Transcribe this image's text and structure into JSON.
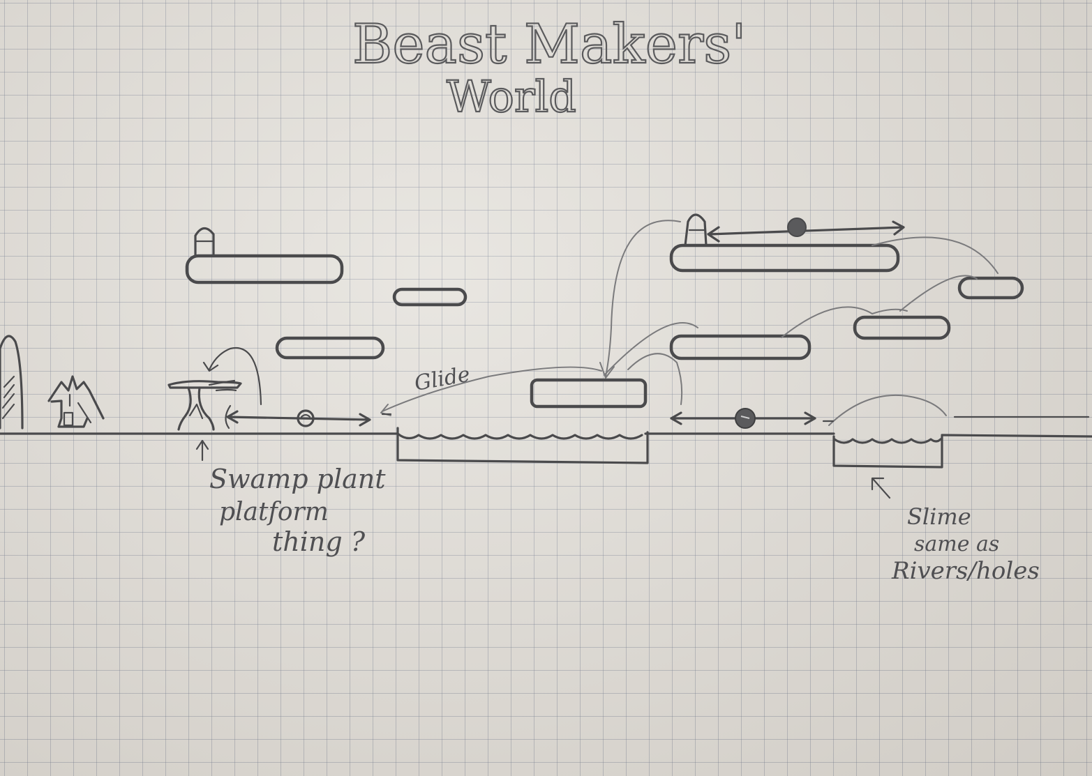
{
  "title": {
    "line1": "Beast Makers'",
    "line2": "World"
  },
  "labels": {
    "glide": "Glide",
    "swamp": [
      "Swamp plant",
      "platform",
      "thing ?"
    ],
    "slime": [
      "Slime",
      "same as",
      "Rivers/holes"
    ]
  },
  "colors": {
    "paper": "#e4e1db",
    "grid": "#7a8296",
    "pencil": "#4a4a4c"
  }
}
